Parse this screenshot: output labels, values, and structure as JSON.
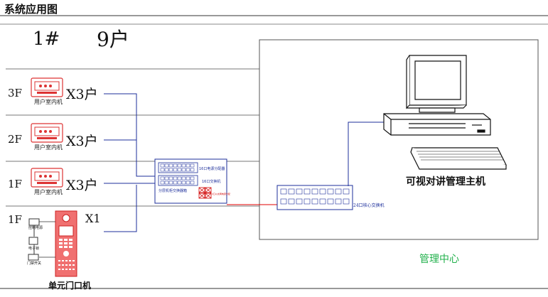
{
  "title": "系统应用图",
  "building": {
    "number": "1#",
    "households": "9户"
  },
  "floors": [
    {
      "floor": "3F",
      "device": "用户室内机",
      "multiplier": "X3户"
    },
    {
      "floor": "2F",
      "device": "用户室内机",
      "multiplier": "X3户"
    },
    {
      "floor": "1F",
      "device": "用户室内机",
      "multiplier": "X3户"
    }
  ],
  "entrance": {
    "floor": "1F",
    "multiplier": "X1",
    "device": "单元门口机",
    "accessories": [
      "控制电源",
      "电子锁",
      "门禁开关"
    ]
  },
  "distribution_box": {
    "top_label": "16口电源分配器",
    "middle_label": "16口交换机",
    "bottom_label": "分层机柜交换器箱",
    "side_label": "2口以太网电源分配"
  },
  "core_switch": {
    "label": "24口核心交换机"
  },
  "management": {
    "host_label": "可视对讲管理主机",
    "center_label": "管理中心"
  },
  "colors": {
    "link_blue": "#1d2f9b",
    "net_red": "#e00000",
    "door_red": "#e83b3b",
    "center_green": "#22b14c"
  }
}
